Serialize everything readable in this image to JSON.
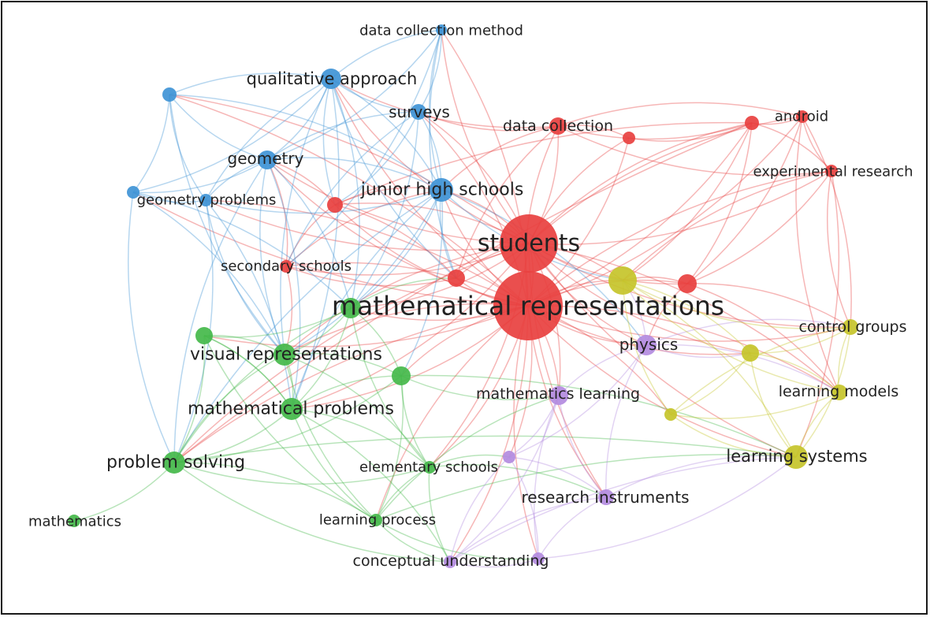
{
  "colors": {
    "red": "#e8403f",
    "blue": "#3f94d6",
    "green": "#44b84a",
    "yellow": "#c5c42a",
    "purple": "#b38be0"
  },
  "nodes": [
    {
      "id": "students",
      "label": "students",
      "cluster": "red"
    },
    {
      "id": "math_rep",
      "label": "mathematical representations",
      "cluster": "red"
    },
    {
      "id": "data_collection",
      "label": "data collection",
      "cluster": "red"
    },
    {
      "id": "android",
      "label": "android",
      "cluster": "red"
    },
    {
      "id": "experimental_research",
      "label": "experimental research",
      "cluster": "red"
    },
    {
      "id": "secondary_schools",
      "label": "secondary schools",
      "cluster": "red"
    },
    {
      "id": "red_a",
      "label": "",
      "cluster": "red"
    },
    {
      "id": "red_b",
      "label": "",
      "cluster": "red"
    },
    {
      "id": "red_c",
      "label": "",
      "cluster": "red"
    },
    {
      "id": "red_d",
      "label": "",
      "cluster": "red"
    },
    {
      "id": "red_e",
      "label": "",
      "cluster": "red"
    },
    {
      "id": "data_collection_method",
      "label": "data collection method",
      "cluster": "blue"
    },
    {
      "id": "qualitative_approach",
      "label": "qualitative approach",
      "cluster": "blue"
    },
    {
      "id": "surveys",
      "label": "surveys",
      "cluster": "blue"
    },
    {
      "id": "geometry",
      "label": "geometry",
      "cluster": "blue"
    },
    {
      "id": "geometry_problems",
      "label": "geometry problems",
      "cluster": "blue"
    },
    {
      "id": "junior_high_schools",
      "label": "junior high schools",
      "cluster": "blue"
    },
    {
      "id": "blue_a",
      "label": "",
      "cluster": "blue"
    },
    {
      "id": "blue_b",
      "label": "",
      "cluster": "blue"
    },
    {
      "id": "visual_representations",
      "label": "visual representations",
      "cluster": "green"
    },
    {
      "id": "mathematical_problems",
      "label": "mathematical problems",
      "cluster": "green"
    },
    {
      "id": "problem_solving",
      "label": "problem solving",
      "cluster": "green"
    },
    {
      "id": "mathematics",
      "label": "mathematics",
      "cluster": "green"
    },
    {
      "id": "elementary_schools",
      "label": "elementary schools",
      "cluster": "green"
    },
    {
      "id": "learning_process",
      "label": "learning process",
      "cluster": "green"
    },
    {
      "id": "green_a",
      "label": "",
      "cluster": "green"
    },
    {
      "id": "green_b",
      "label": "",
      "cluster": "green"
    },
    {
      "id": "green_c",
      "label": "",
      "cluster": "green"
    },
    {
      "id": "physics",
      "label": "physics",
      "cluster": "purple"
    },
    {
      "id": "mathematics_learning",
      "label": "mathematics learning",
      "cluster": "purple"
    },
    {
      "id": "research_instruments",
      "label": "research instruments",
      "cluster": "purple"
    },
    {
      "id": "conceptual_understanding",
      "label": "conceptual understanding",
      "cluster": "purple"
    },
    {
      "id": "purple_a",
      "label": "",
      "cluster": "purple"
    },
    {
      "id": "purple_b",
      "label": "",
      "cluster": "purple"
    },
    {
      "id": "control_groups",
      "label": "control groups",
      "cluster": "yellow"
    },
    {
      "id": "learning_models",
      "label": "learning models",
      "cluster": "yellow"
    },
    {
      "id": "learning_systems",
      "label": "learning systems",
      "cluster": "yellow"
    },
    {
      "id": "yellow_a",
      "label": "",
      "cluster": "yellow"
    },
    {
      "id": "yellow_b",
      "label": "",
      "cluster": "yellow"
    },
    {
      "id": "yellow_c",
      "label": "",
      "cluster": "yellow"
    }
  ],
  "edges": [
    [
      "math_rep",
      "students"
    ],
    [
      "math_rep",
      "data_collection"
    ],
    [
      "math_rep",
      "android"
    ],
    [
      "math_rep",
      "experimental_research"
    ],
    [
      "math_rep",
      "secondary_schools"
    ],
    [
      "math_rep",
      "red_a"
    ],
    [
      "math_rep",
      "red_b"
    ],
    [
      "math_rep",
      "red_c"
    ],
    [
      "math_rep",
      "red_d"
    ],
    [
      "math_rep",
      "red_e"
    ],
    [
      "math_rep",
      "data_collection_method"
    ],
    [
      "math_rep",
      "qualitative_approach"
    ],
    [
      "math_rep",
      "surveys"
    ],
    [
      "math_rep",
      "geometry"
    ],
    [
      "math_rep",
      "geometry_problems"
    ],
    [
      "math_rep",
      "junior_high_schools"
    ],
    [
      "math_rep",
      "blue_a"
    ],
    [
      "math_rep",
      "blue_b"
    ],
    [
      "math_rep",
      "visual_representations"
    ],
    [
      "math_rep",
      "mathematical_problems"
    ],
    [
      "math_rep",
      "problem_solving"
    ],
    [
      "math_rep",
      "elementary_schools"
    ],
    [
      "math_rep",
      "learning_process"
    ],
    [
      "math_rep",
      "green_a"
    ],
    [
      "math_rep",
      "green_b"
    ],
    [
      "math_rep",
      "green_c"
    ],
    [
      "math_rep",
      "physics"
    ],
    [
      "math_rep",
      "mathematics_learning"
    ],
    [
      "math_rep",
      "research_instruments"
    ],
    [
      "math_rep",
      "conceptual_understanding"
    ],
    [
      "math_rep",
      "purple_a"
    ],
    [
      "math_rep",
      "purple_b"
    ],
    [
      "math_rep",
      "control_groups"
    ],
    [
      "math_rep",
      "learning_models"
    ],
    [
      "math_rep",
      "learning_systems"
    ],
    [
      "math_rep",
      "yellow_a"
    ],
    [
      "math_rep",
      "yellow_b"
    ],
    [
      "math_rep",
      "yellow_c"
    ],
    [
      "students",
      "data_collection"
    ],
    [
      "students",
      "android"
    ],
    [
      "students",
      "experimental_research"
    ],
    [
      "students",
      "secondary_schools"
    ],
    [
      "students",
      "red_a"
    ],
    [
      "students",
      "red_b"
    ],
    [
      "students",
      "red_c"
    ],
    [
      "students",
      "red_d"
    ],
    [
      "students",
      "red_e"
    ],
    [
      "students",
      "qualitative_approach"
    ],
    [
      "students",
      "surveys"
    ],
    [
      "students",
      "geometry"
    ],
    [
      "students",
      "junior_high_schools"
    ],
    [
      "students",
      "data_collection_method"
    ],
    [
      "students",
      "blue_a"
    ],
    [
      "students",
      "geometry_problems"
    ],
    [
      "students",
      "visual_representations"
    ],
    [
      "students",
      "mathematical_problems"
    ],
    [
      "students",
      "problem_solving"
    ],
    [
      "students",
      "green_a"
    ],
    [
      "students",
      "physics"
    ],
    [
      "students",
      "mathematics_learning"
    ],
    [
      "students",
      "research_instruments"
    ],
    [
      "students",
      "elementary_schools"
    ],
    [
      "students",
      "control_groups"
    ],
    [
      "students",
      "learning_models"
    ],
    [
      "students",
      "learning_systems"
    ],
    [
      "students",
      "yellow_a"
    ],
    [
      "students",
      "yellow_b"
    ],
    [
      "data_collection",
      "red_d"
    ],
    [
      "data_collection",
      "red_b"
    ],
    [
      "data_collection",
      "android"
    ],
    [
      "data_collection",
      "experimental_research"
    ],
    [
      "data_collection",
      "surveys"
    ],
    [
      "data_collection",
      "junior_high_schools"
    ],
    [
      "data_collection",
      "qualitative_approach"
    ],
    [
      "data_collection",
      "red_c"
    ],
    [
      "android",
      "red_b"
    ],
    [
      "android",
      "experimental_research"
    ],
    [
      "android",
      "red_e"
    ],
    [
      "android",
      "learning_models"
    ],
    [
      "android",
      "control_groups"
    ],
    [
      "experimental_research",
      "red_b"
    ],
    [
      "experimental_research",
      "red_e"
    ],
    [
      "experimental_research",
      "control_groups"
    ],
    [
      "experimental_research",
      "learning_systems"
    ],
    [
      "experimental_research",
      "yellow_a"
    ],
    [
      "red_b",
      "red_d"
    ],
    [
      "red_b",
      "red_a"
    ],
    [
      "red_b",
      "red_e"
    ],
    [
      "red_b",
      "problem_solving"
    ],
    [
      "red_b",
      "yellow_a"
    ],
    [
      "red_a",
      "secondary_schools"
    ],
    [
      "red_a",
      "junior_high_schools"
    ],
    [
      "red_a",
      "geometry"
    ],
    [
      "red_a",
      "red_c"
    ],
    [
      "secondary_schools",
      "geometry"
    ],
    [
      "secondary_schools",
      "visual_representations"
    ],
    [
      "secondary_schools",
      "red_c"
    ],
    [
      "secondary_schools",
      "junior_high_schools"
    ],
    [
      "red_e",
      "physics"
    ],
    [
      "red_e",
      "learning_models"
    ],
    [
      "red_e",
      "yellow_a"
    ],
    [
      "red_e",
      "control_groups"
    ],
    [
      "data_collection_method",
      "qualitative_approach"
    ],
    [
      "data_collection_method",
      "surveys"
    ],
    [
      "data_collection_method",
      "junior_high_schools"
    ],
    [
      "data_collection_method",
      "geometry"
    ],
    [
      "data_collection_method",
      "red_c"
    ],
    [
      "data_collection_method",
      "secondary_schools"
    ],
    [
      "qualitative_approach",
      "surveys"
    ],
    [
      "qualitative_approach",
      "geometry"
    ],
    [
      "qualitative_approach",
      "blue_a"
    ],
    [
      "qualitative_approach",
      "junior_high_schools"
    ],
    [
      "qualitative_approach",
      "geometry_problems"
    ],
    [
      "qualitative_approach",
      "blue_b"
    ],
    [
      "qualitative_approach",
      "red_a"
    ],
    [
      "qualitative_approach",
      "mathematical_problems"
    ],
    [
      "qualitative_approach",
      "visual_representations"
    ],
    [
      "qualitative_approach",
      "green_a"
    ],
    [
      "qualitative_approach",
      "red_c"
    ],
    [
      "surveys",
      "junior_high_schools"
    ],
    [
      "surveys",
      "geometry"
    ],
    [
      "surveys",
      "red_a"
    ],
    [
      "surveys",
      "secondary_schools"
    ],
    [
      "surveys",
      "green_a"
    ],
    [
      "blue_a",
      "geometry"
    ],
    [
      "blue_a",
      "blue_b"
    ],
    [
      "blue_a",
      "geometry_problems"
    ],
    [
      "blue_a",
      "junior_high_schools"
    ],
    [
      "blue_a",
      "visual_representations"
    ],
    [
      "geometry",
      "blue_b"
    ],
    [
      "geometry",
      "geometry_problems"
    ],
    [
      "geometry",
      "junior_high_schools"
    ],
    [
      "geometry",
      "visual_representations"
    ],
    [
      "geometry",
      "mathematical_problems"
    ],
    [
      "geometry",
      "problem_solving"
    ],
    [
      "geometry",
      "green_a"
    ],
    [
      "blue_b",
      "geometry_problems"
    ],
    [
      "blue_b",
      "visual_representations"
    ],
    [
      "blue_b",
      "problem_solving"
    ],
    [
      "blue_b",
      "green_a"
    ],
    [
      "geometry_problems",
      "junior_high_schools"
    ],
    [
      "geometry_problems",
      "problem_solving"
    ],
    [
      "geometry_problems",
      "visual_representations"
    ],
    [
      "geometry_problems",
      "mathematical_problems"
    ],
    [
      "junior_high_schools",
      "red_c"
    ],
    [
      "junior_high_schools",
      "green_a"
    ],
    [
      "junior_high_schools",
      "mathematical_problems"
    ],
    [
      "junior_high_schools",
      "visual_representations"
    ],
    [
      "junior_high_schools",
      "problem_solving"
    ],
    [
      "junior_high_schools",
      "green_b"
    ],
    [
      "junior_high_schools",
      "yellow_a"
    ],
    [
      "junior_high_schools",
      "physics"
    ],
    [
      "visual_representations",
      "green_a"
    ],
    [
      "visual_representations",
      "mathematical_problems"
    ],
    [
      "visual_representations",
      "problem_solving"
    ],
    [
      "visual_representations",
      "green_b"
    ],
    [
      "visual_representations",
      "green_c"
    ],
    [
      "visual_representations",
      "elementary_schools"
    ],
    [
      "visual_representations",
      "learning_process"
    ],
    [
      "mathematical_problems",
      "problem_solving"
    ],
    [
      "mathematical_problems",
      "green_a"
    ],
    [
      "mathematical_problems",
      "green_b"
    ],
    [
      "mathematical_problems",
      "green_c"
    ],
    [
      "mathematical_problems",
      "elementary_schools"
    ],
    [
      "mathematical_problems",
      "learning_process"
    ],
    [
      "mathematical_problems",
      "conceptual_understanding"
    ],
    [
      "problem_solving",
      "green_c"
    ],
    [
      "problem_solving",
      "green_a"
    ],
    [
      "problem_solving",
      "green_b"
    ],
    [
      "problem_solving",
      "mathematics"
    ],
    [
      "problem_solving",
      "elementary_schools"
    ],
    [
      "problem_solving",
      "learning_process"
    ],
    [
      "problem_solving",
      "conceptual_understanding"
    ],
    [
      "problem_solving",
      "learning_systems"
    ],
    [
      "green_c",
      "green_a"
    ],
    [
      "green_c",
      "mathematical_problems"
    ],
    [
      "green_c",
      "learning_process"
    ],
    [
      "green_a",
      "green_b"
    ],
    [
      "green_a",
      "elementary_schools"
    ],
    [
      "green_a",
      "red_c"
    ],
    [
      "green_b",
      "elementary_schools"
    ],
    [
      "green_b",
      "learning_process"
    ],
    [
      "green_b",
      "mathematics_learning"
    ],
    [
      "green_b",
      "learning_systems"
    ],
    [
      "elementary_schools",
      "learning_process"
    ],
    [
      "elementary_schools",
      "purple_b"
    ],
    [
      "elementary_schools",
      "conceptual_understanding"
    ],
    [
      "elementary_schools",
      "research_instruments"
    ],
    [
      "learning_process",
      "conceptual_understanding"
    ],
    [
      "learning_process",
      "mathematics_learning"
    ],
    [
      "learning_process",
      "purple_a"
    ],
    [
      "learning_process",
      "learning_systems"
    ],
    [
      "physics",
      "mathematics_learning"
    ],
    [
      "physics",
      "purple_b"
    ],
    [
      "physics",
      "research_instruments"
    ],
    [
      "physics",
      "control_groups"
    ],
    [
      "physics",
      "yellow_b"
    ],
    [
      "physics",
      "learning_models"
    ],
    [
      "physics",
      "yellow_a"
    ],
    [
      "mathematics_learning",
      "purple_b"
    ],
    [
      "mathematics_learning",
      "research_instruments"
    ],
    [
      "mathematics_learning",
      "conceptual_understanding"
    ],
    [
      "mathematics_learning",
      "purple_a"
    ],
    [
      "purple_b",
      "research_instruments"
    ],
    [
      "purple_b",
      "conceptual_understanding"
    ],
    [
      "purple_b",
      "purple_a"
    ],
    [
      "research_instruments",
      "conceptual_understanding"
    ],
    [
      "research_instruments",
      "learning_systems"
    ],
    [
      "research_instruments",
      "purple_a"
    ],
    [
      "purple_a",
      "conceptual_understanding"
    ],
    [
      "purple_a",
      "learning_systems"
    ],
    [
      "conceptual_understanding",
      "learning_systems"
    ],
    [
      "yellow_a",
      "control_groups"
    ],
    [
      "yellow_a",
      "yellow_b"
    ],
    [
      "yellow_a",
      "learning_models"
    ],
    [
      "yellow_a",
      "learning_systems"
    ],
    [
      "yellow_a",
      "yellow_c"
    ],
    [
      "control_groups",
      "yellow_b"
    ],
    [
      "control_groups",
      "learning_models"
    ],
    [
      "control_groups",
      "learning_systems"
    ],
    [
      "control_groups",
      "yellow_c"
    ],
    [
      "yellow_b",
      "learning_models"
    ],
    [
      "yellow_b",
      "learning_systems"
    ],
    [
      "yellow_b",
      "yellow_c"
    ],
    [
      "learning_models",
      "learning_systems"
    ],
    [
      "learning_models",
      "yellow_c"
    ],
    [
      "yellow_c",
      "learning_systems"
    ]
  ]
}
